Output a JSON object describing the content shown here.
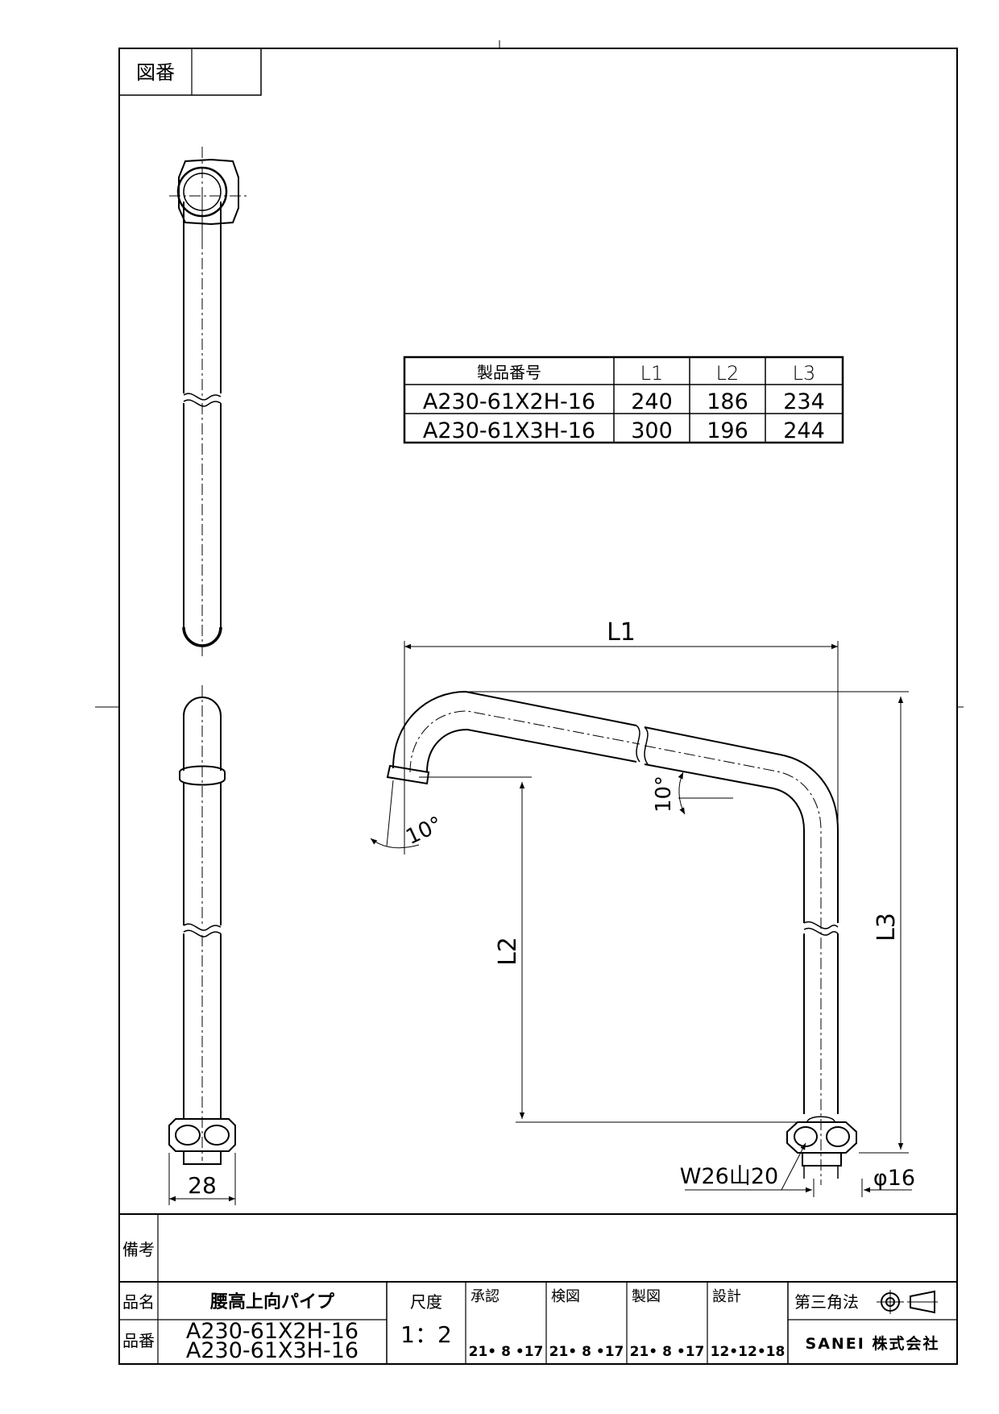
{
  "header": {
    "zuban_label": "図番",
    "zuban_value": ""
  },
  "spec_table": {
    "headers": [
      "製品番号",
      "L1",
      "L2",
      "L3"
    ],
    "rows": [
      [
        "A230-61X2H-16",
        "240",
        "186",
        "234"
      ],
      [
        "A230-61X3H-16",
        "300",
        "196",
        "244"
      ]
    ]
  },
  "dimensions": {
    "l1": "L1",
    "l2": "L2",
    "l3": "L3",
    "width_28": "28",
    "thread": "W26山20",
    "diameter": "φ16",
    "angle_spout": "10°",
    "angle_arm": "10°"
  },
  "title_block": {
    "remarks_label": "備考",
    "remarks_value": "",
    "name_label": "品名",
    "name_value": "腰高上向パイプ",
    "number_label": "品番",
    "number_values": [
      "A230-61X2H-16",
      "A230-61X3H-16"
    ],
    "scale_label": "尺度",
    "scale_value": "1：2",
    "approval_label": "承認",
    "approval_date": "21• 8 •17",
    "check_label": "検図",
    "check_date": "21• 8 •17",
    "draft_label": "製図",
    "draft_date": "21• 8 •17",
    "design_label": "設計",
    "design_date": "12•12•18",
    "projection_label": "第三角法",
    "company": "SANEI 株式会社"
  }
}
